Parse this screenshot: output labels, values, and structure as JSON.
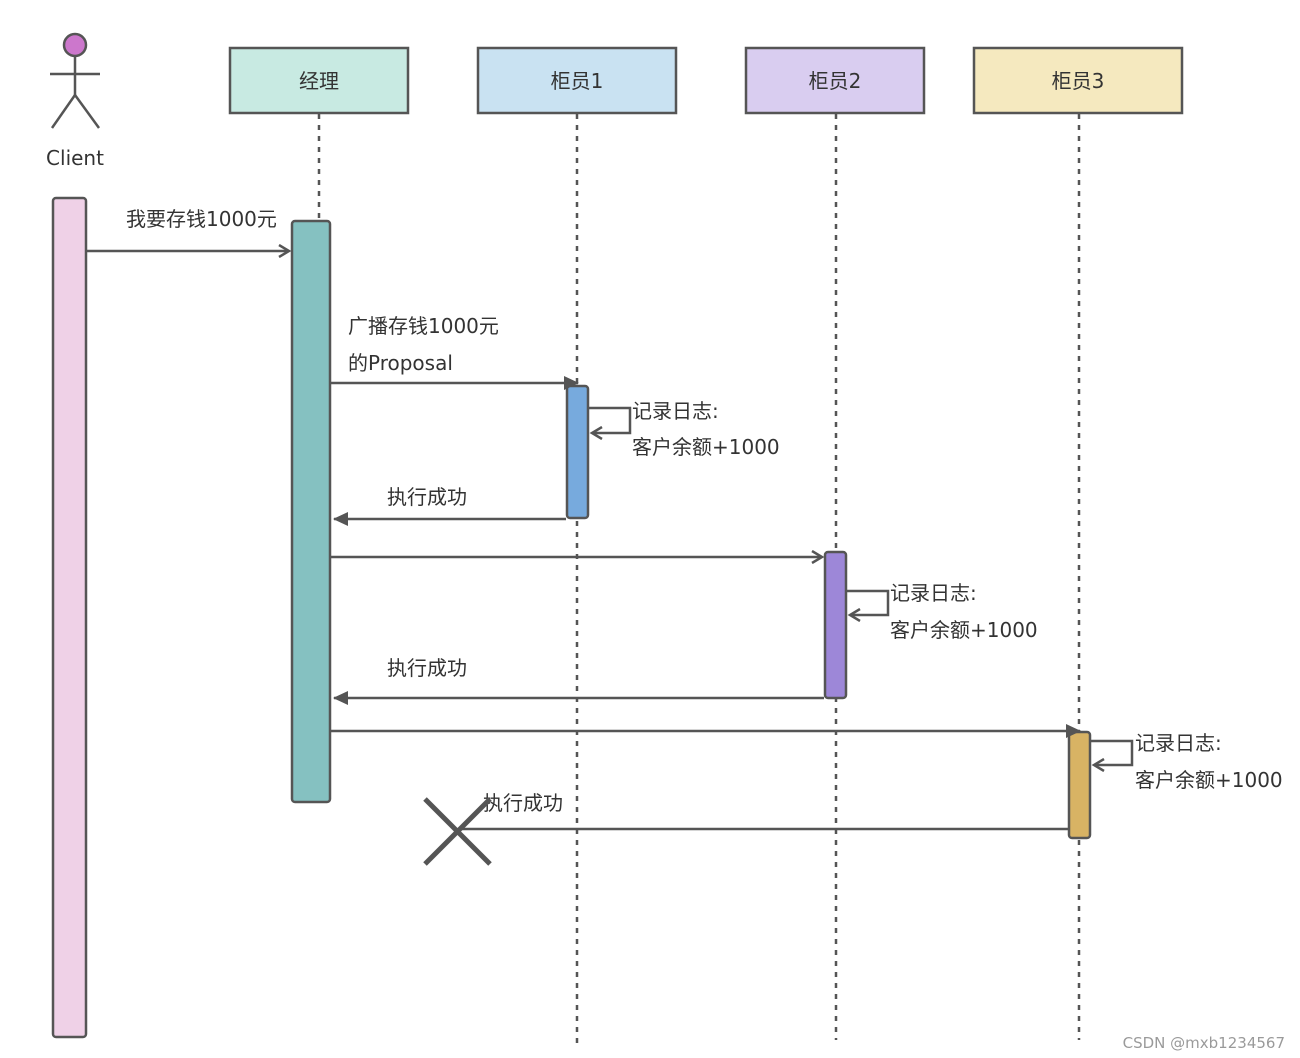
{
  "actor": {
    "label": "Client",
    "head_color": "#cc77cc"
  },
  "participants": [
    {
      "label": "经理",
      "color": "#c8eae2"
    },
    {
      "label": "柜员1",
      "color": "#c9e2f2"
    },
    {
      "label": "柜员2",
      "color": "#d9cdf0"
    },
    {
      "label": "柜员3",
      "color": "#f5e9bf"
    }
  ],
  "activations": {
    "client": "#efd1e7",
    "manager": "#85c1c1",
    "teller1": "#77aadd",
    "teller2": "#9d87d8",
    "teller3": "#d8b364"
  },
  "messages": {
    "deposit_request": "我要存钱1000元",
    "broadcast_line1": "广播存钱1000元",
    "broadcast_line2": "的Proposal",
    "success": "执行成功"
  },
  "self_notes": [
    {
      "line1": "记录日志:",
      "line2": "客户余额+1000"
    },
    {
      "line1": "记录日志:",
      "line2": "客户余额+1000"
    },
    {
      "line1": "记录日志:",
      "line2": "客户余额+1000"
    }
  ],
  "responses": [
    {
      "label": "执行成功"
    },
    {
      "label": "执行成功"
    },
    {
      "label": "执行成功"
    }
  ],
  "watermark": "CSDN @mxb1234567"
}
